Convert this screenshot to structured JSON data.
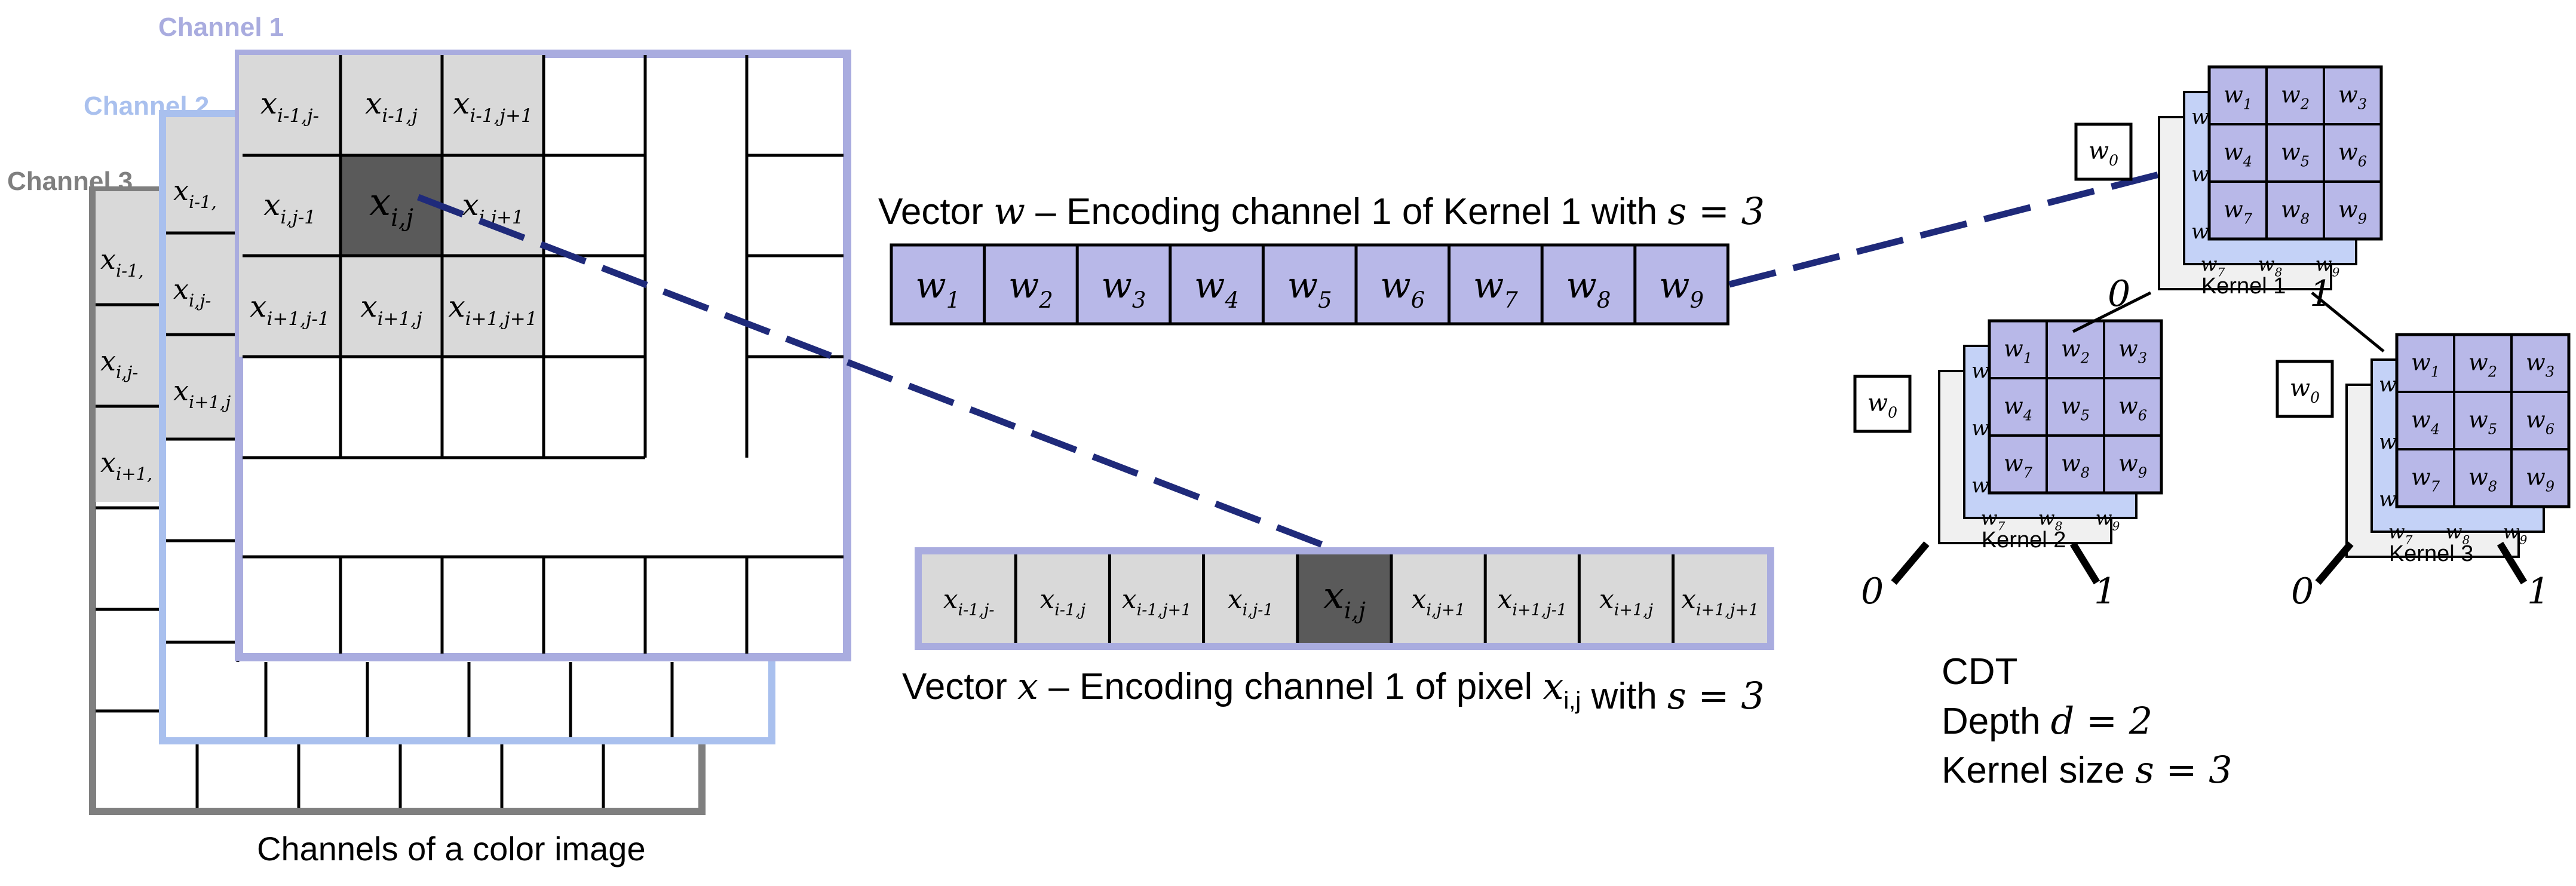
{
  "colors": {
    "channel1": "#a9acdf",
    "channel2": "#a9c0ee",
    "channel3": "#7f7f7f",
    "cell_grey": "#d9d9d9",
    "cell_dark": "#5a5a5a",
    "weight_fill": "#b8b8e8",
    "weight_fill_2": "#c4d2f7",
    "link": "#1f2a7a"
  },
  "channels": {
    "labels": [
      "Channel 1",
      "Channel 2",
      "Channel 3"
    ],
    "caption": "Channels of a color image",
    "ch1_cells": [
      [
        "x_{i-1,j-}",
        "x_{i-1,j}",
        "x_{i-1,j+1}"
      ],
      [
        "x_{i,j-1}",
        "x_{i,j}",
        "x_{i,j+1}"
      ],
      [
        "x_{i+1,j-1}",
        "x_{i+1,j}",
        "x_{i+1,j+1}"
      ]
    ],
    "ch2_cells": [
      "x_{i-1,}",
      "x_{i,j-}",
      "x_{i+1,j}"
    ],
    "ch3_cells": [
      "x_{i-1,}",
      "x_{i,j-}",
      "x_{i+1,}"
    ]
  },
  "vector_w": {
    "title_pre": "Vector ",
    "title_var": "w",
    "title_mid": " – Encoding channel 1 of Kernel 1 with ",
    "title_eq": "s = 3",
    "cells": [
      "w_1",
      "w_2",
      "w_3",
      "w_4",
      "w_5",
      "w_6",
      "w_7",
      "w_8",
      "w_9"
    ]
  },
  "vector_x": {
    "cells": [
      "x_{i-1,j-}",
      "x_{i-1,j}",
      "x_{i-1,j+1}",
      "x_{i,j-1}",
      "x_{i,j}",
      "x_{i,j+1}",
      "x_{i+1,j-1}",
      "x_{i+1,j}",
      "x_{i+1,j+1}"
    ],
    "caption_pre": "Vector ",
    "caption_var": "x",
    "caption_mid": " – Encoding channel 1 of pixel ",
    "caption_pix": "x_{i,j}",
    "caption_post": " with ",
    "caption_eq": "s = 3"
  },
  "tree": {
    "bias": "w_0",
    "kernel_labels": [
      "Kernel 1",
      "Kernel 2",
      "Kernel 3"
    ],
    "branch_left": "0",
    "branch_right": "1",
    "kernel_cells": [
      "w_1",
      "w_2",
      "w_3",
      "w_4",
      "w_5",
      "w_6",
      "w_7",
      "w_8",
      "w_9"
    ],
    "back_partial": [
      "w",
      "w",
      "w",
      "w_7",
      "w_8",
      "w_9"
    ]
  },
  "cdt": {
    "line1": "CDT",
    "line2_pre": "Depth ",
    "line2_eq": "d = 2",
    "line3_pre": "Kernel size ",
    "line3_eq": "s = 3"
  }
}
